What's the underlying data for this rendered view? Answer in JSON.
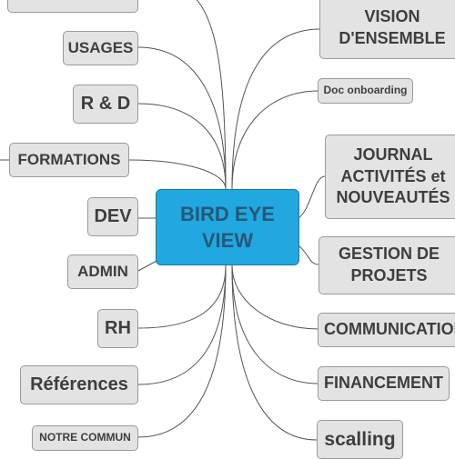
{
  "central_topic": "BIRD EYE VIEW",
  "left_topics": {
    "usages": "USAGES",
    "rnd": "R & D",
    "formations": "FORMATIONS",
    "dev": "DEV",
    "admin": "ADMIN",
    "rh": "RH",
    "references": "Références",
    "notre_commun": "NOTRE COMMUN"
  },
  "right_topics": {
    "vision": "VISION D'ENSEMBLE",
    "doc_onboarding": "Doc onboarding",
    "journal": "JOURNAL ACTIVITÉS et NOUVEAUTÉS",
    "gestion": "GESTION DE PROJETS",
    "communication": "COMMUNICATION",
    "financement": "FINANCEMENT",
    "scalling": "scalling"
  },
  "colors": {
    "central_fill": "#22a8e0",
    "central_text": "#255878",
    "topic_fill": "#e3e3e3",
    "topic_border": "#9a9a9a",
    "connector": "#555555"
  }
}
